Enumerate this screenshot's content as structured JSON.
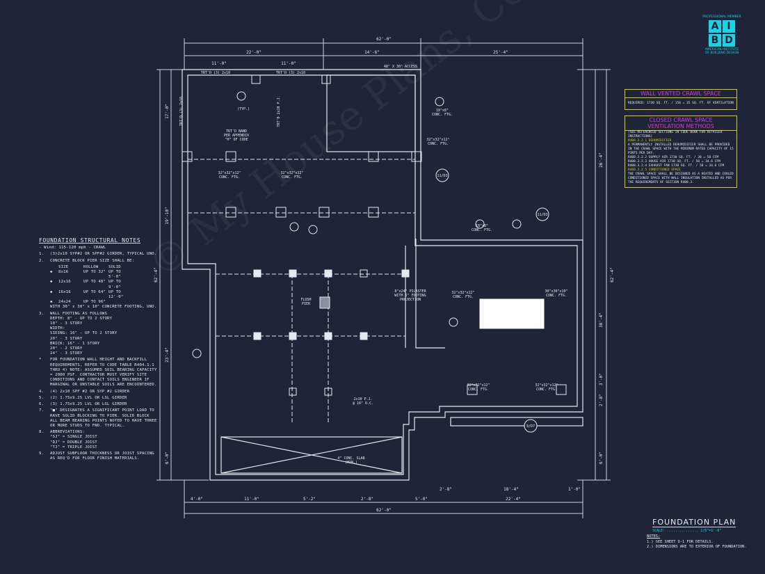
{
  "watermark": "© My House Plans, Construction, IL LLC",
  "logo": {
    "top": "PROFESSIONAL MEMBER",
    "letters": [
      "A",
      "I",
      "B",
      "D"
    ],
    "bottom": "AMERICAN INSTITUTE OF BUILDING DESIGN"
  },
  "dimensions": {
    "overall_top": "62'-0\"",
    "top_segments": [
      "22'-0\"",
      "14'-6\"",
      "25'-4\""
    ],
    "top_sub": [
      "11'-0\"",
      "11'-0\""
    ],
    "overall_bottom": "62'-0\"",
    "bottom_segments": [
      "4'-0\"",
      "11'-0\"",
      "5'-2\"",
      "2'-8\"",
      "5'-0\"",
      "22'-4\""
    ],
    "bottom_sub": [
      "2'-8\"",
      "18'-4\"",
      "1'-0\""
    ],
    "left": [
      "17'-0\"",
      "19'-10\"",
      "23'-4\"",
      "6'-0\"",
      "62'-4\""
    ],
    "right": [
      "26'-4\"",
      "38'-4\"",
      "3'-0\"",
      "2'-8\"",
      "6'-0\"",
      "62'-4\""
    ]
  },
  "plan_labels": {
    "girder_top_left": "TRT'D (3) 2x10",
    "girder_top_mid": "TRT'D (3) 2x10",
    "access": "48\" X 30\" ACCESS",
    "band": "TRT'D BAND\nPER APPENDIX\n\"H\" OF CODE",
    "left_girder": "TRT'D (3) 2x10",
    "mid_girder": "TRT'D 2x10 P.J.",
    "ftg1": "32\"x32\"x12\"\nCONC. FTG.",
    "ftg2": "32\"x32\"x12\"\nCONC. FTG.",
    "ftg3": "32\"x32\"x12\"\nCONC. FTG.",
    "ftg4": "32\"x32\"x12\"\nCONC. FTG.",
    "ftg5": "32\"x32\"x12\"\nCONC. FTG.",
    "ftg6": "32\"x32\"x12\"\nCONC. FTG.",
    "ftg_big": "30\"x30\"x10\"\nCONC. FTG.",
    "ftg_18a": "18\"x8\"\nCONC. FTG.",
    "ftg_18b": "18\"x8\"\nCONC. FTG.",
    "pilaster": "8\"x24\" PILASTER\nWITH 5\" FOOTING\nPROJECTION",
    "flush_pier": "FLUSH\nPIER",
    "joist1": "2x10 P.J.\n@ 16\" O.C.",
    "slab": "4\" CONC. SLAB\n(MIN.)",
    "tags": [
      "11/D3",
      "11/D3",
      "9/D7"
    ],
    "callout_typ": "(TYP.)"
  },
  "notes": {
    "title": "FOUNDATION STRUCTURAL NOTES",
    "subtitle": "- Wind: 115-120 mph - CRAWL",
    "items": [
      {
        "num": "1.",
        "text": "(3)2x10 SYP#2 OR SPF#2 GIRDER, TYPICAL UNO."
      },
      {
        "num": "2.",
        "text": "CONCRETE BLOCK PIER SIZE SHALL BE:"
      },
      {
        "num": "3.",
        "text": "WALL FOOTING AS FOLLOWS\nDEPTH:   8\" - UP TO 2 STORY\n         10\" - 3 STORY\nWIDTH:\nSIDING:  16\" - UP TO 2 STORY\n         20\" - 3 STORY\nBRICK:   16\" - 1 STORY\n         20\" - 2 STORY\n         24\" - 3 STORY"
      },
      {
        "num": "*",
        "text": "FOR FOUNDATION WALL HEIGHT AND BACKFILL REQUIREMENTS, REFER TO CODE TABLE R404.1.1 THRU 4) NOTE: ASSUMED SOIL BEARING CAPACITY = 2000 PSF. CONTRACTOR MUST VERIFY SITE CONDITIONS AND CONTACT SOILS ENGINEER IF MARGINAL OR UNSTABLE SOILS ARE ENCOUNTERED."
      },
      {
        "num": "4.",
        "text": "(4) 2x10 SPF #2 OR SYP #2 GIRDER"
      },
      {
        "num": "5.",
        "text": "(2) 1.75x9.25 LVL OR LSL GIRDER"
      },
      {
        "num": "6.",
        "text": "(3) 1.75x9.25 LVL OR LSL GIRDER"
      },
      {
        "num": "7.",
        "text": "\"■\" DESIGNATES A SIGNIFICANT POINT LOAD TO HAVE SOLID BLOCKING TO PIER. SOLID BLOCK ALL BEAM BEARING POINTS NOTED TO HAVE THREE OR MORE STUDS TO FND. TYPICAL."
      },
      {
        "num": "8.",
        "text": "ABBREVIATIONS:\n\"SJ\" = SINGLE JOIST\n\"DJ\" = DOUBLE JOIST\n\"TJ\" = TRIPLE JOIST"
      },
      {
        "num": "9.",
        "text": "ADJUST SUBFLOOR THICKNESS OR JOIST SPACING AS REQ'D FOR FLOOR FINISH MATERIALS."
      }
    ],
    "pier_table": {
      "head": [
        "SIZE",
        "HOLLOW",
        "SOLID"
      ],
      "rows": [
        [
          "8x16",
          "UP TO 32\"",
          "UP TO 5'-0\""
        ],
        [
          "12x16",
          "UP TO 48\"",
          "UP TO 9'-0\""
        ],
        [
          "16x16",
          "UP TO 64\"",
          "UP TO 12'-0\""
        ],
        [
          "24x24",
          "UP TO 96\"",
          ""
        ]
      ],
      "footer": "WITH 30\" x 30\" x 10\" CONCRETE FOOTING, UNO."
    }
  },
  "vented": {
    "title": "WALL VENTED CRAWL SPACE",
    "line": "REQUIRED:  1730  SQ. FT. / 150 =  35  SQ. FT. OF VENTILATION"
  },
  "closed": {
    "title": "CLOSED CRAWL SPACE\nVENTILATION METHODS",
    "sub": "(SEE REFERENCED SECTIONS IN CODE BOOK FOR DETAILED INSTRUCTIONS)",
    "lines": [
      "R408.3.2.1 DEHUMIDIFIER",
      "A PERMANENTLY INSTALLED DEHUMIDIFIER SHALL BE PROVIDED IN THE CRAWL SPACE WITH THE MINIMUM RATED CAPACITY OF 15 PINTS PER DAY.",
      "R408.3.2.2 SUPPLY AIR    1730  SQ. FT. / 30 =  58  CFM",
      "R408.3.2.3 HOUSE AIR     1730  SQ. FT. / 50 =  34.6  CFM",
      "R408.3.2.4 EXHAUST FAN   1730  SQ. FT. / 50 =  34.6  CFM",
      "R408.3.2.5 CONDITIONED SPACE",
      "THE CRAWL SPACE SHALL BE DESIGNED AS A HEATED AND COOLED CONDITIONED SPACE WITH WALL INSULATION INSTALLED AS PER THE REQUIREMENTS OF SECTION R408.3."
    ]
  },
  "plan_title": {
    "title": "FOUNDATION PLAN",
    "scale": "SCALE: ............... 1/8\"=1'-0\"",
    "notes_label": "NOTES:",
    "notes": [
      "1.) SEE SHEET D-1 FOR DETAILS.",
      "2.) DIMENSIONS ARE TO EXTERIOR OF FOUNDATION."
    ]
  }
}
